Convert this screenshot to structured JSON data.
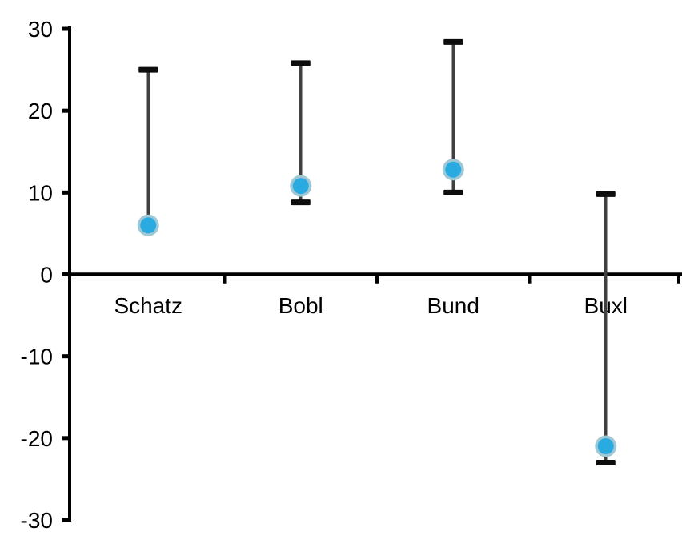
{
  "chart_data": {
    "type": "range",
    "subtype": "high-low-current",
    "title": "",
    "categories": [
      "Schatz",
      "Bobl",
      "Bund",
      "Buxl"
    ],
    "series": [
      {
        "name": "high",
        "values": [
          25.0,
          25.8,
          28.4,
          9.8
        ]
      },
      {
        "name": "low",
        "values": [
          6.0,
          8.8,
          10.0,
          -23.0
        ]
      },
      {
        "name": "current",
        "values": [
          6.0,
          10.8,
          12.8,
          -21.0
        ]
      }
    ],
    "xlabel": "",
    "ylabel": "",
    "ylim": [
      -30,
      30
    ],
    "yticks": [
      30,
      20,
      10,
      0,
      -10,
      -20,
      -30
    ],
    "grid": false,
    "legend": "none",
    "colors": {
      "marker_fill": "#29abe2",
      "marker_ring": "#a0c7d4",
      "whisker_line": "#404040",
      "whisker_cap": "#0d0d0d",
      "axis": "#000000",
      "background": "#ffffff"
    }
  }
}
